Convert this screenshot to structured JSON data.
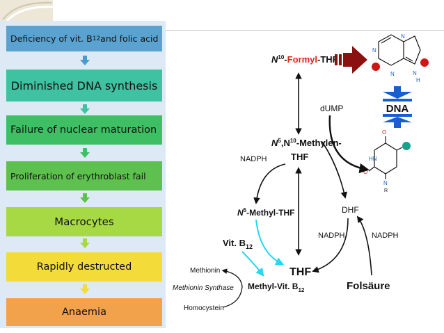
{
  "flowchart": {
    "steps": [
      {
        "prefix": "Deficiency of vit. B",
        "sub": "12",
        "suffix": " and folic acid",
        "color": "#5aa3d0"
      },
      {
        "prefix": "Diminished DNA synthesis",
        "sub": "",
        "suffix": "",
        "color": "#3fc2a1"
      },
      {
        "prefix": "Failure of nuclear maturation",
        "sub": "",
        "suffix": "",
        "color": "#3fbf63"
      },
      {
        "prefix": "Proliferation of erythroblast fail",
        "sub": "",
        "suffix": "",
        "color": "#5ec04f"
      },
      {
        "prefix": "Macrocytes",
        "sub": "",
        "suffix": "",
        "color": "#a7d945"
      },
      {
        "prefix": "Rapidly destructed",
        "sub": "",
        "suffix": "",
        "color": "#f3dc3a"
      },
      {
        "prefix": "Anaemia",
        "sub": "",
        "suffix": "",
        "color": "#f2a24a"
      }
    ],
    "arrow_colors": [
      "#4a9ad0",
      "#3fc2a1",
      "#3fbf63",
      "#5ec04f",
      "#a7d945",
      "#f3dc3a"
    ]
  },
  "pathway": {
    "formyl_prefix": "N",
    "formyl_sup": "10",
    "formyl_dash": "-",
    "formyl_word": "Formyl",
    "formyl_suffix": "-THF",
    "methylen_n5": "N",
    "methylen_sup5": "5",
    "methylen_comma": ",N",
    "methylen_sup10": "10",
    "methylen_suffix": "-Methylen-",
    "methylen_line2": "THF",
    "methyl_thf_n": "N",
    "methyl_thf_sup": "5",
    "methyl_thf_suffix": "-Methyl-THF",
    "vitb12": "Vit. B",
    "vitb12_sub": "12",
    "thf": "THF",
    "methyl_vitb12": "Methyl-Vit. B",
    "methyl_vitb12_sub": "12",
    "dump": "dUMP",
    "dna": "DNA",
    "dhf": "DHF",
    "nadph_1": "NADPH",
    "nadph_2": "NADPH",
    "nadph_3": "NADPH",
    "folsaeure": "Folsäure",
    "methionin": "Methionin",
    "methionin_synthase": "Methionin Synthase",
    "homocystein": "Homocystein",
    "atom_n": "N",
    "atom_h": "H",
    "atom_o": "O",
    "atom_r": "R",
    "atom_hn": "HN",
    "colors": {
      "formyl_red": "#e0241b",
      "arrow_dark_red": "#8b1010",
      "dna_blue": "#1a5fd0",
      "cyan": "#25d7f2",
      "teal": "#1aa08d"
    }
  }
}
